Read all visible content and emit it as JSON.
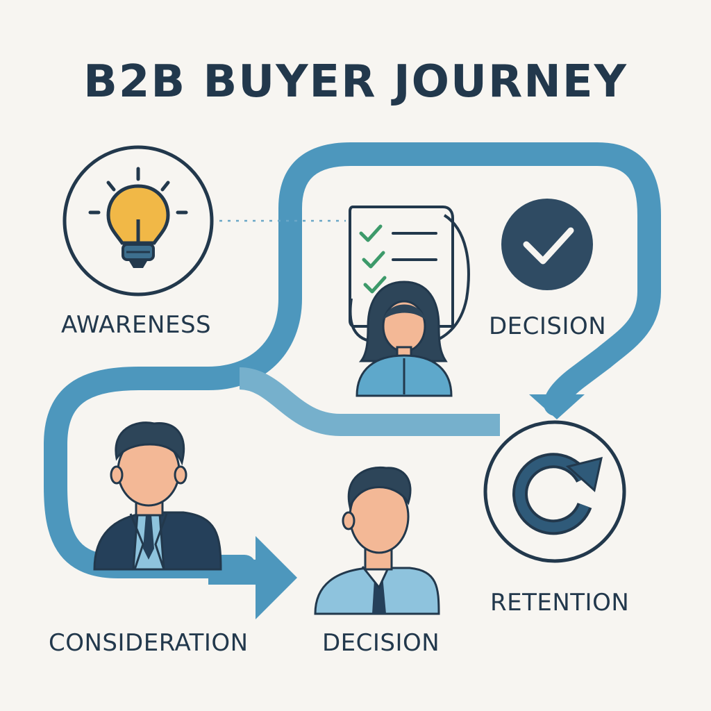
{
  "title": "B2B BUYER JOURNEY",
  "stages": {
    "awareness": {
      "label": "AWARENESS",
      "icon": "lightbulb-icon"
    },
    "decision_top": {
      "label": "DECISION",
      "icon": "checkmark-icon"
    },
    "consideration": {
      "label": "CONSIDERATION",
      "icon": "businessman-icon"
    },
    "decision_bottom": {
      "label": "DECISION",
      "icon": "buyer-icon"
    },
    "retention": {
      "label": "RETENTION",
      "icon": "refresh-icon"
    }
  },
  "colors": {
    "path": "#4d97bd",
    "path_light": "#76b0cc",
    "ink": "#22384c",
    "bulb": "#f1b847",
    "check_green": "#3d9a6a",
    "skin": "#f3b896",
    "hair": "#2d4559",
    "shirt": "#5ea8cb",
    "shirt_light": "#8ec3dd",
    "suit": "#25405a",
    "background": "#f7f5f1"
  }
}
